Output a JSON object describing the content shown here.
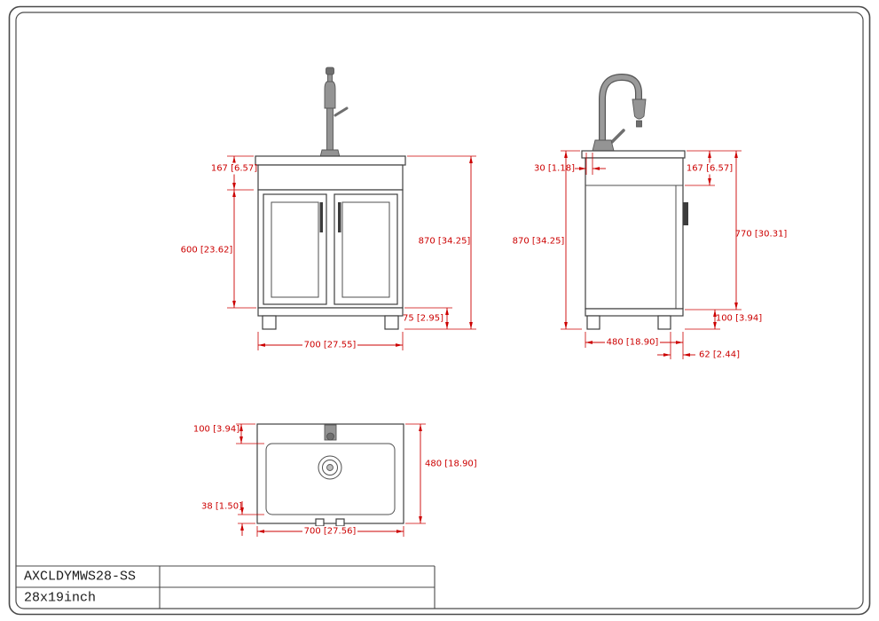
{
  "colors": {
    "dimension_red": "#cc0000",
    "drawing_line": "#404040"
  },
  "title_block": {
    "model": "AXCLDYMWS28-SS",
    "size": "28x19inch"
  },
  "front_view": {
    "dims": {
      "top_height": "167 [6.57]",
      "door_height": "600 [23.62]",
      "total_height": "870 [34.25]",
      "base_height": "75 [2.95]",
      "width": "700 [27.55]"
    }
  },
  "side_view": {
    "dims": {
      "faucet_offset": "30 [1.18]",
      "top_height": "167 [6.57]",
      "total_height": "870 [34.25]",
      "panel_height": "770 [30.31]",
      "base_height": "100 [3.94]",
      "depth": "480 [18.90]",
      "toe_kick": "62 [2.44]"
    }
  },
  "top_view": {
    "dims": {
      "back_offset": "100 [3.94]",
      "depth": "480 [18.90]",
      "front_offset": "38 [1.50]",
      "width": "700 [27.56]"
    }
  }
}
